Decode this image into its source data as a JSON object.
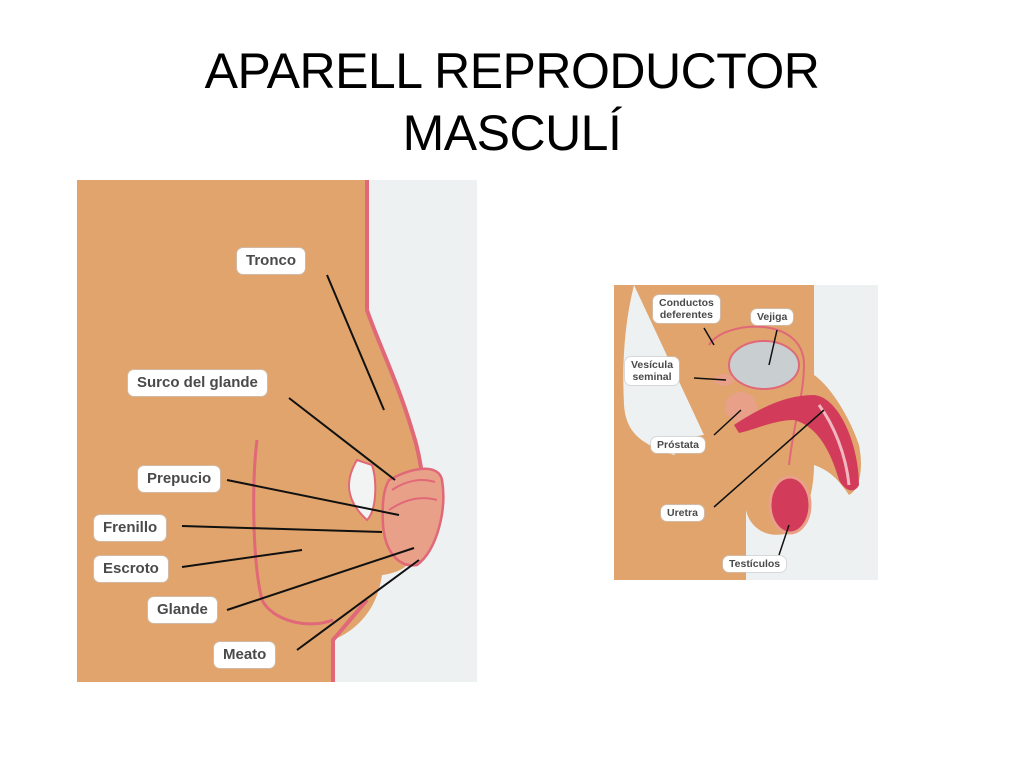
{
  "slide": {
    "title_line1": "APARELL REPRODUCTOR",
    "title_line2": "MASCULÍ"
  },
  "external_diagram": {
    "labels": {
      "tronco": "Tronco",
      "surco_del_glande": "Surco del glande",
      "prepucio": "Prepucio",
      "frenillo": "Frenillo",
      "escroto": "Escroto",
      "glande": "Glande",
      "meato": "Meato"
    }
  },
  "internal_diagram": {
    "labels": {
      "conductos_line1": "Conductos",
      "conductos_line2": "deferentes",
      "vejiga": "Vejiga",
      "vesicula_line1": "Vesícula",
      "vesicula_line2": "seminal",
      "prostata": "Próstata",
      "uretra": "Uretra",
      "testiculos": "Testículos"
    }
  },
  "colors": {
    "skin": "#e0a46c",
    "background_panel": "#eef1f1",
    "outline": "#e06878",
    "glans": "#e9a088",
    "urethra": "#d23c5a",
    "bladder": "#c9cfd1",
    "leader_line": "#111111"
  }
}
